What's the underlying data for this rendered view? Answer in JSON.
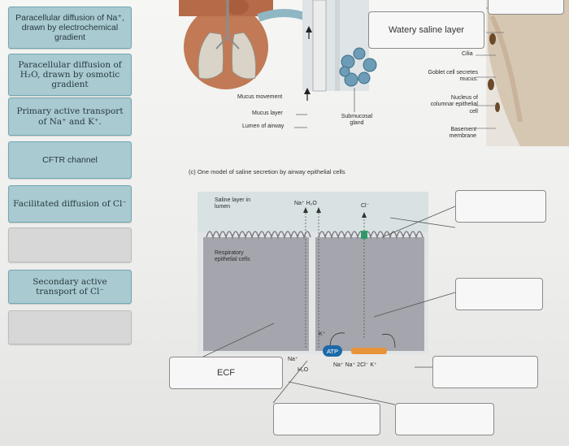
{
  "labels": [
    {
      "text": "Paracellular diffusion of Na⁺, drawn by electrochemical gradient",
      "empty": false
    },
    {
      "text": "Paracellular diffusion of H₂O, drawn by osmotic gradient",
      "empty": false
    },
    {
      "text": "Primary active transport of Na⁺ and K⁺.",
      "empty": false
    },
    {
      "text": "CFTR channel",
      "empty": false
    },
    {
      "text": "Facilitated diffusion of Cl⁻",
      "empty": false
    },
    {
      "text": "",
      "empty": true
    },
    {
      "text": "Secondary active transport of Cl⁻",
      "empty": false
    },
    {
      "text": "",
      "empty": true
    }
  ],
  "drops": {
    "watery": "Watery saline layer",
    "ecf": "ECF"
  },
  "diagram_top": {
    "cilia": "Cilia",
    "goblet": "Goblet cell secretes mucus.",
    "nucleus": "Nucleus of columnar epithelial cell",
    "basement": "Basement membrane",
    "mucus_movement": "Mucus movement",
    "mucus_layer": "Mucus layer",
    "lumen": "Lumen of airway",
    "submucosal": "Submucosal gland"
  },
  "caption": "(c) One model of saline secretion by airway epithelial cells",
  "diagram_bottom": {
    "saline": "Saline layer in lumen",
    "respiratory": "Respiratory epithelial cells",
    "na_h2o_top": "Na⁺  H₂O",
    "cl_top": "Cl⁻",
    "k_left": "K⁺",
    "atp": "ATP",
    "na_left": "Na⁺",
    "h2o_left": "H₂O",
    "ions_bottom": "Na⁺   Na⁺ 2Cl⁻  K⁺"
  },
  "colors": {
    "tile": "#a9cad0",
    "tile_border": "#6fa7b3",
    "cell": "#a5a5ad",
    "lumen": "#d8e2e3",
    "atp": "#1e6aa8",
    "transporter": "#e8933a",
    "cilia_green": "#2e9c6a"
  }
}
